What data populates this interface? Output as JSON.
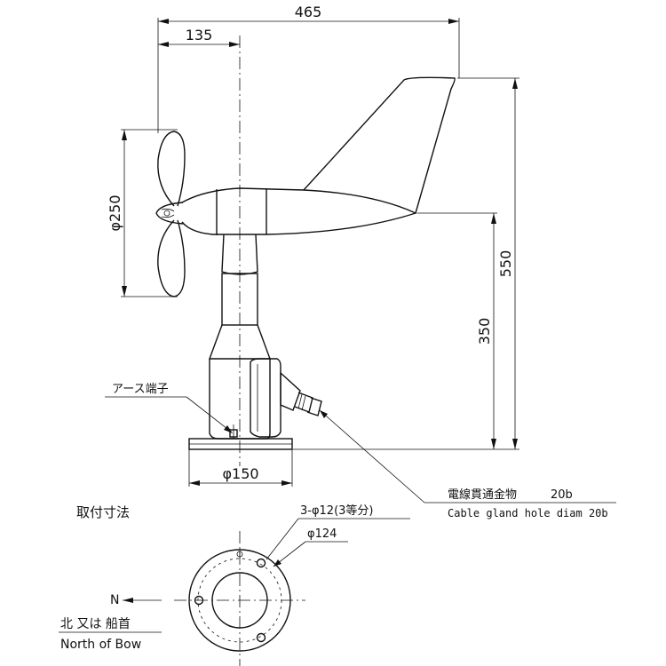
{
  "dimensions": {
    "overall_length": "465",
    "hub_offset": "135",
    "propeller_diameter": "φ250",
    "total_height": "550",
    "axis_height": "350",
    "base_diameter": "φ150"
  },
  "labels": {
    "earth_terminal": "アース端子",
    "cable_gland_jp": "電線貫通金物",
    "cable_gland_jp_size": "20b",
    "cable_gland_en": "Cable gland hole diam 20b",
    "mounting_title": "取付寸法",
    "bolt_holes": "3-φ12(3等分)",
    "pcd": "φ124",
    "north_letter": "N",
    "north_jp": "北 又は 船首",
    "north_en": "North of Bow"
  }
}
